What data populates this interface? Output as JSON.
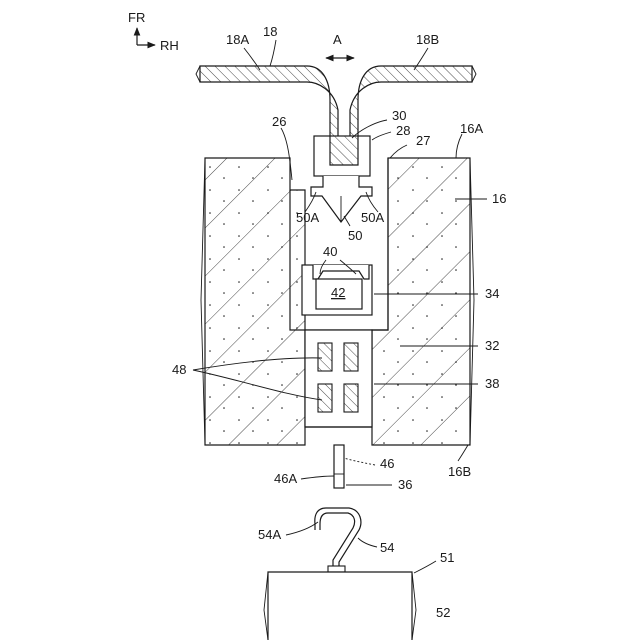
{
  "compass": {
    "front": "FR",
    "right": "RH"
  },
  "arrow_label": "A",
  "labels": {
    "l18": "18",
    "l18A": "18A",
    "l18B": "18B",
    "l30": "30",
    "l28": "28",
    "l27": "27",
    "l26": "26",
    "l16A": "16A",
    "l16": "16",
    "l50A_left": "50A",
    "l50A_right": "50A",
    "l50": "50",
    "l40": "40",
    "l42": "42",
    "l34": "34",
    "l32": "32",
    "l48": "48",
    "l38": "38",
    "l46": "46",
    "l46A": "46A",
    "l36": "36",
    "l16B": "16B",
    "l54A": "54A",
    "l54": "54",
    "l51": "51",
    "l52": "52"
  }
}
